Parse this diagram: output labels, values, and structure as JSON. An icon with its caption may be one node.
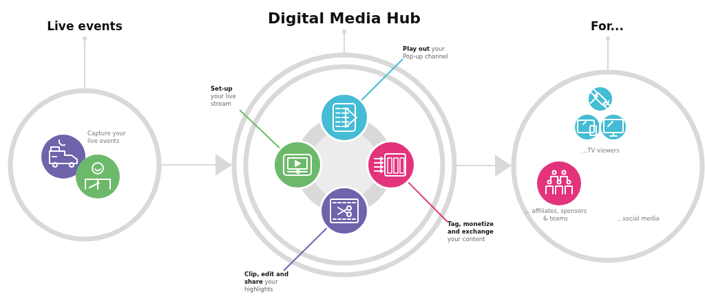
{
  "diagram": {
    "nodes": [
      {
        "text": [
          "Live events"
        ]
      },
      {
        "text": [
          "Capture your live events"
        ],
        "in": 0
      },
      {
        "text": [
          "Digital Media Hub"
        ]
      },
      {
        "text": [
          "**Set-up** your live stream"
        ]
      },
      {
        "text": [],
        "shape": "circle",
        "in": 2
      },
      {
        "text": [
          "**Play out** your Pop-up channel"
        ]
      },
      {
        "text": [],
        "shape": "circle",
        "in": 2
      },
      {
        "text": [
          "**Tag, monetize and exchange** your content"
        ]
      },
      {
        "text": [],
        "shape": "circle",
        "in": 2
      },
      {
        "text": [
          "**Clip, edit and share** your highlights"
        ]
      },
      {
        "text": [],
        "shape": "circle",
        "in": 2
      },
      {
        "text": [
          "For..."
        ]
      },
      {
        "text": [
          "...TV viewers"
        ],
        "in": 11
      },
      {
        "text": [
          "... affiliates, sponsors & teams"
        ],
        "in": 11
      },
      {
        "text": [
          "...social media"
        ],
        "in": 11
      }
    ],
    "edges": [
      {
        "from": 0,
        "to": 2,
        "arrow": "to",
        "color": "#d9d9d9"
      },
      {
        "from": 2,
        "to": 11,
        "arrow": "to",
        "color": "#d9d9d9"
      },
      {
        "from": 3,
        "to": 4,
        "arrow": "none",
        "color": "#6db96b"
      },
      {
        "from": 5,
        "to": 6,
        "arrow": "none",
        "color": "#44bcd4"
      },
      {
        "from": 7,
        "to": 8,
        "arrow": "none",
        "color": "#e2337b"
      },
      {
        "from": 9,
        "to": 10,
        "arrow": "none",
        "color": "#6f63ac"
      }
    ]
  }
}
